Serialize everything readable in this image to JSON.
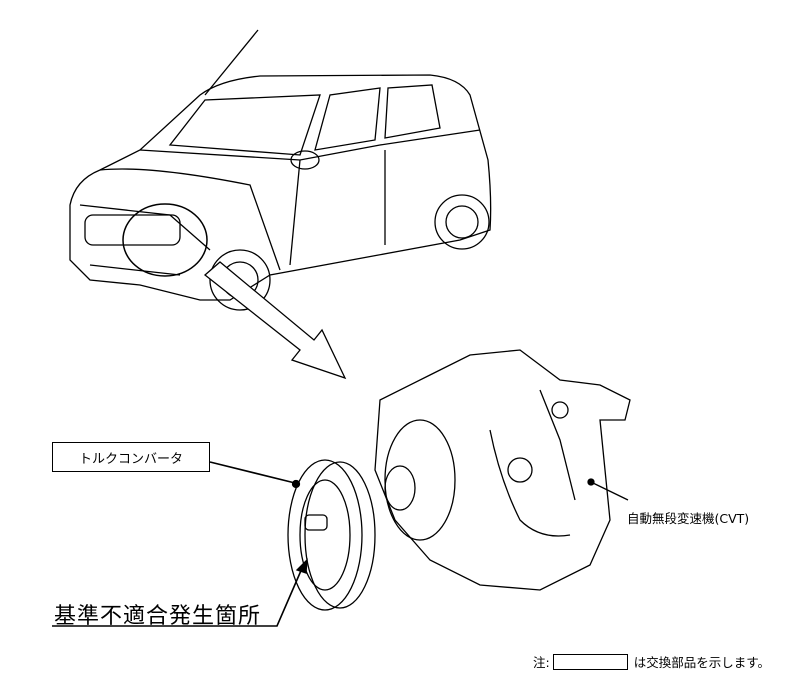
{
  "labels": {
    "torque_converter": "トルクコンバータ",
    "cvt": "自動無段変速機(CVT)",
    "defect_location": "基準不適合発生箇所"
  },
  "note": {
    "prefix": "注:",
    "suffix": "は交換部品を示します。"
  },
  "colors": {
    "line": "#000000",
    "background": "#ffffff"
  }
}
